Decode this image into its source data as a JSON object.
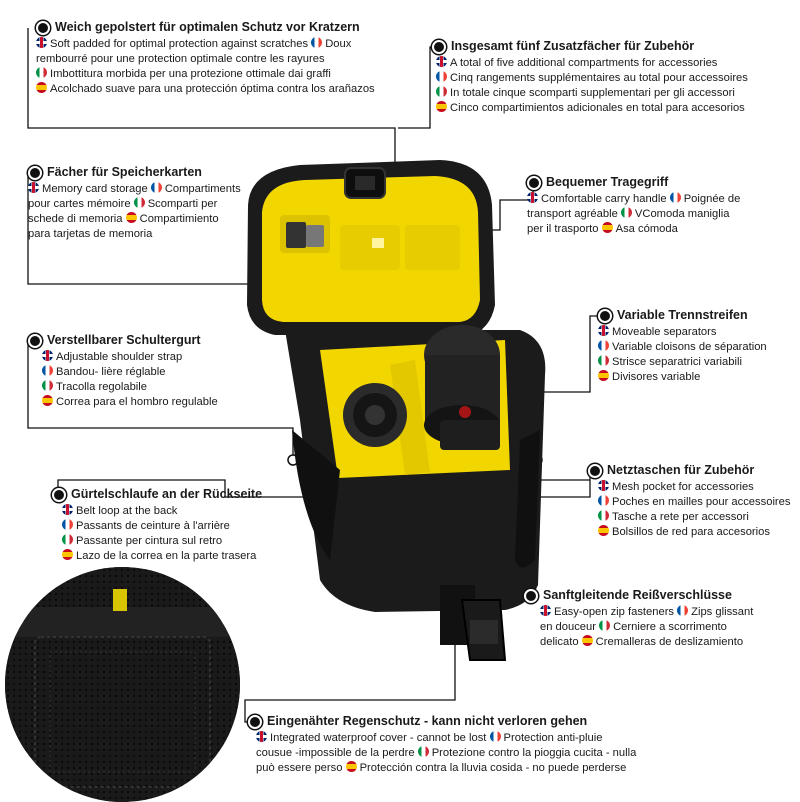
{
  "callouts": [
    {
      "id": "padded",
      "title": "Weich gepolstert für optimalen Schutz vor Kratzern",
      "lines": [
        [
          {
            "f": "gb",
            "t": "Soft padded for optimal protection against scratches "
          },
          {
            "f": "fr",
            "t": "Doux"
          }
        ],
        [
          {
            "t": "rembourré pour une protection optimale contre les rayures"
          }
        ],
        [
          {
            "f": "it",
            "t": "Imbottitura morbida per una protezione ottimale dai graffi"
          }
        ],
        [
          {
            "f": "es",
            "t": "Acolchado suave para una protección óptima contra los arañazos"
          }
        ]
      ]
    },
    {
      "id": "compartments",
      "title": "Insgesamt fünf Zusatzfächer für Zubehör",
      "lines": [
        [
          {
            "f": "gb",
            "t": "A total of five additional compartments for accessories"
          }
        ],
        [
          {
            "f": "fr",
            "t": "Cinq rangements supplémentaires au total pour accessoires"
          }
        ],
        [
          {
            "f": "it",
            "t": "In totale cinque scomparti supplementari per gli accessori"
          }
        ],
        [
          {
            "f": "es",
            "t": "Cinco compartimientos adicionales en total para accesorios"
          }
        ]
      ]
    },
    {
      "id": "memory",
      "title": "Fächer für Speicherkarten",
      "lines": [
        [
          {
            "f": "gb",
            "t": "Memory card storage "
          },
          {
            "f": "fr",
            "t": "Compartiments"
          }
        ],
        [
          {
            "t": "pour cartes mémoire "
          },
          {
            "f": "it",
            "t": "Scomparti per"
          }
        ],
        [
          {
            "t": "schede di memoria "
          },
          {
            "f": "es",
            "t": "Compartimiento"
          }
        ],
        [
          {
            "t": "para tarjetas de memoria"
          }
        ]
      ]
    },
    {
      "id": "handle",
      "title": "Bequemer Tragegriff",
      "lines": [
        [
          {
            "f": "gb",
            "t": "Comfortable carry handle "
          },
          {
            "f": "fr",
            "t": "Poignée de"
          }
        ],
        [
          {
            "t": "transport agréable "
          },
          {
            "f": "it",
            "t": "VComoda maniglia"
          }
        ],
        [
          {
            "t": "per il trasporto "
          },
          {
            "f": "es",
            "t": "Asa cómoda"
          }
        ]
      ]
    },
    {
      "id": "strap",
      "title": "Verstellbarer Schultergurt",
      "lines": [
        [
          {
            "f": "gb",
            "t": "Adjustable shoulder strap"
          }
        ],
        [
          {
            "f": "fr",
            "t": "Bandou- lière réglable"
          }
        ],
        [
          {
            "f": "it",
            "t": "Tracolla regolabile"
          }
        ],
        [
          {
            "f": "es",
            "t": "Correa para el hombro regulable"
          }
        ]
      ]
    },
    {
      "id": "separators",
      "title": "Variable Trennstreifen",
      "lines": [
        [
          {
            "f": "gb",
            "t": "Moveable separators"
          }
        ],
        [
          {
            "f": "fr",
            "t": "Variable cloisons de séparation"
          }
        ],
        [
          {
            "f": "it",
            "t": "Strisce separatrici variabili"
          }
        ],
        [
          {
            "f": "es",
            "t": "Divisores variable"
          }
        ]
      ]
    },
    {
      "id": "mesh",
      "title": "Netztaschen für Zubehör",
      "lines": [
        [
          {
            "f": "gb",
            "t": "Mesh pocket for accessories"
          }
        ],
        [
          {
            "f": "fr",
            "t": "Poches en mailles pour accessoires"
          }
        ],
        [
          {
            "f": "it",
            "t": "Tasche a rete per accessori"
          }
        ],
        [
          {
            "f": "es",
            "t": "Bolsillos de red para accesorios"
          }
        ]
      ]
    },
    {
      "id": "beltloop",
      "title": "Gürtelschlaufe an der Rückseite",
      "lines": [
        [
          {
            "f": "gb",
            "t": "Belt loop at the back"
          }
        ],
        [
          {
            "f": "fr",
            "t": "Passants de ceinture à l'arrière"
          }
        ],
        [
          {
            "f": "it",
            "t": "Passante per cintura sul retro"
          }
        ],
        [
          {
            "f": "es",
            "t": "Lazo de la correa en la parte trasera"
          }
        ]
      ]
    },
    {
      "id": "zips",
      "title": "Sanftgleitende Reißverschlüsse",
      "lines": [
        [
          {
            "f": "gb",
            "t": "Easy-open zip fasteners "
          },
          {
            "f": "fr",
            "t": "Zips glissant"
          }
        ],
        [
          {
            "t": "en douceur "
          },
          {
            "f": "it",
            "t": "Cerniere a scorrimento"
          }
        ],
        [
          {
            "t": "delicato "
          },
          {
            "f": "es",
            "t": "Cremalleras de deslizamiento"
          }
        ]
      ]
    },
    {
      "id": "raincover",
      "title": "Eingenähter Regenschutz - kann nicht verloren gehen",
      "lines": [
        [
          {
            "f": "gb",
            "t": "Integrated waterproof cover - cannot be lost "
          },
          {
            "f": "fr",
            "t": "Protection anti-pluie"
          }
        ],
        [
          {
            "t": "cousue -impossible de la perdre "
          },
          {
            "f": "it",
            "t": "Protezione contro la pioggia cucita - nulla"
          }
        ],
        [
          {
            "t": "può essere perso "
          },
          {
            "f": "es",
            "t": "Protección contra la lluvia cosida - no puede perderse"
          }
        ]
      ]
    }
  ],
  "colors": {
    "accent": "#f2d600",
    "bag": "#1b1b1b",
    "line": "#111111"
  }
}
